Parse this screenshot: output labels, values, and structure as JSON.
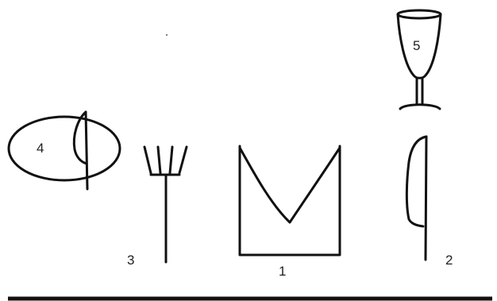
{
  "items": [
    {
      "number": "1",
      "name": "napkin-icon"
    },
    {
      "number": "2",
      "name": "knife-icon"
    },
    {
      "number": "3",
      "name": "fork-icon"
    },
    {
      "number": "4",
      "name": "plate-with-butter-knife-icon"
    },
    {
      "number": "5",
      "name": "wine-glass-icon"
    }
  ],
  "colors": {
    "stroke": "#111111",
    "label": "#222222",
    "background": "#ffffff"
  }
}
